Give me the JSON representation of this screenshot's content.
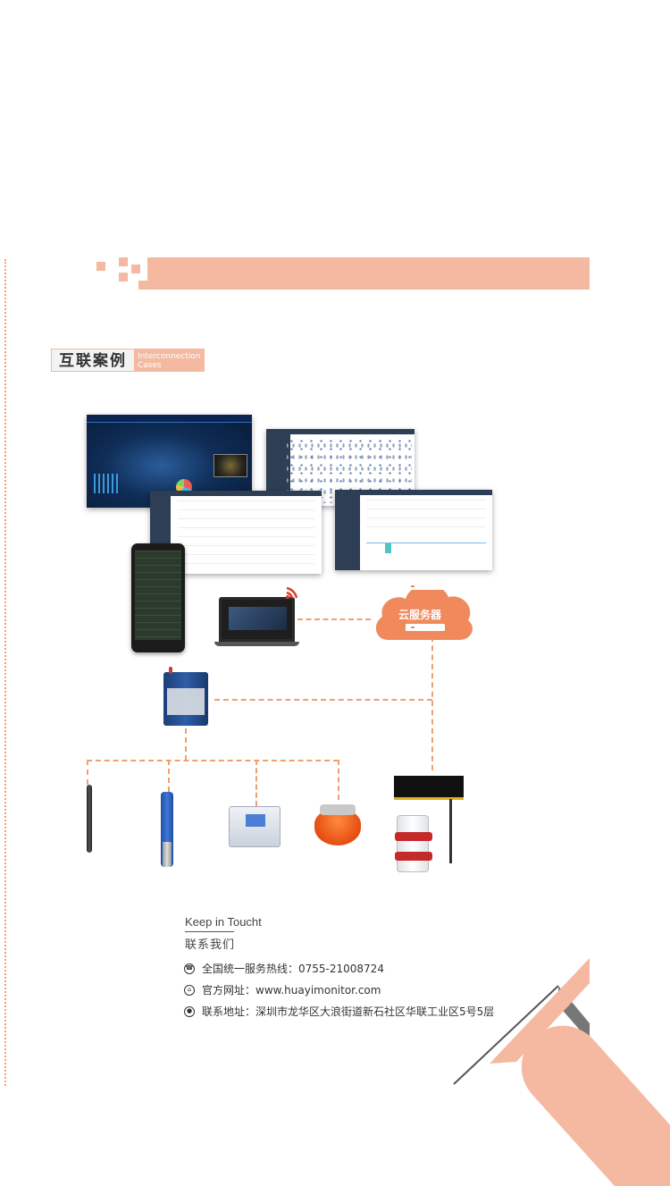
{
  "section": {
    "title_cn": "互联案例",
    "title_en": "Interconnection Cases"
  },
  "diagram": {
    "cloud_label": "云服务器",
    "colors": {
      "accent": "#f4b9a0",
      "cloud": "#f08a5d",
      "dashed_line": "#f0a071"
    }
  },
  "contact": {
    "heading_en": "Keep in Toucht",
    "heading_cn": "联系我们",
    "hotline": "全国统一服务热线：0755-21008724",
    "website": "官方网址：www.huayimonitor.com",
    "address": "联系地址：深圳市龙华区大浪街道新石社区华联工业区5号5层",
    "icons": [
      "phone-icon",
      "globe-icon",
      "location-icon"
    ]
  }
}
